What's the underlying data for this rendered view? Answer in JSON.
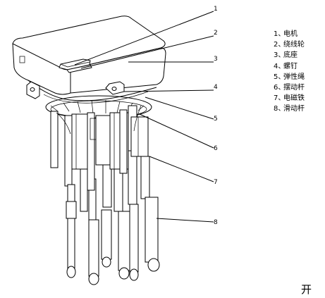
{
  "callouts": [
    "1",
    "2",
    "3",
    "4",
    "5",
    "6",
    "7",
    "8"
  ],
  "legend": [
    {
      "num": "1、",
      "text": "电机"
    },
    {
      "num": "2、",
      "text": "绕线轮"
    },
    {
      "num": "3、",
      "text": "底座"
    },
    {
      "num": "4、",
      "text": "螺钉"
    },
    {
      "num": "5、",
      "text": "弹性绳"
    },
    {
      "num": "6、",
      "text": "摆动杆"
    },
    {
      "num": "7、",
      "text": "电磁铁"
    },
    {
      "num": "8、",
      "text": "滑动杆"
    }
  ],
  "figure_label": "开"
}
